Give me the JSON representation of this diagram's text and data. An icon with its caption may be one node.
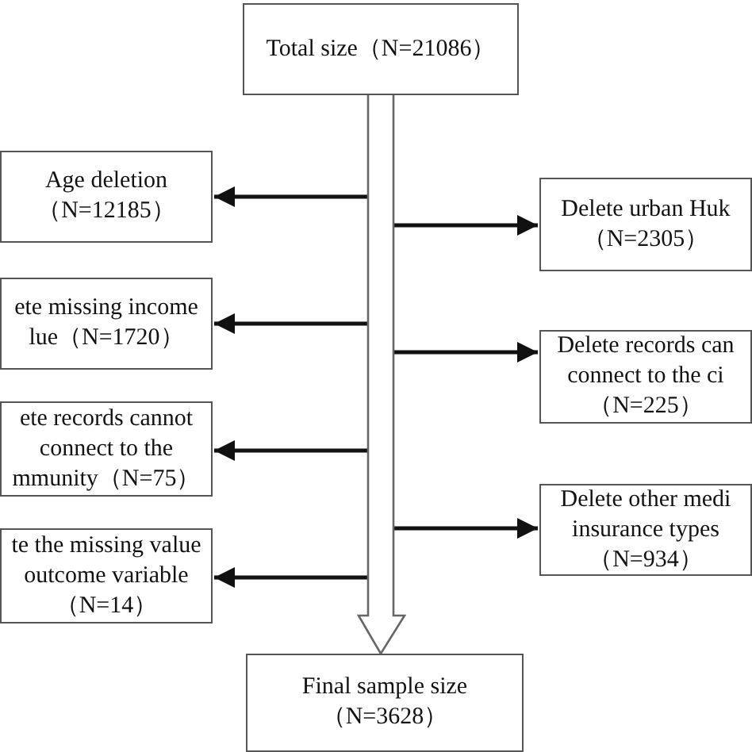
{
  "diagram": {
    "nodes": [
      {
        "text": [
          "Total size（N=21086）"
        ]
      },
      {
        "text": [
          "Age deletion （N=12185）"
        ]
      },
      {
        "text": [
          "ete missing income lue（N=1720）"
        ]
      },
      {
        "text": [
          "ete records  cannot connect to the mmunity（N=75）"
        ]
      },
      {
        "text": [
          "te the missing value outcome variable （N=14）"
        ]
      },
      {
        "text": [
          "Delete urban Huk （N=2305）"
        ]
      },
      {
        "text": [
          "Delete records  can connect to the ci （N=225）"
        ]
      },
      {
        "text": [
          "Delete other medi insurance types （N=934）"
        ]
      },
      {
        "text": [
          "Final sample size （N=3628）"
        ]
      }
    ],
    "edges": [
      {
        "from": 0,
        "to": 8,
        "arrow": "to"
      },
      {
        "from": 0,
        "to": 1,
        "arrow": "to"
      },
      {
        "from": 0,
        "to": 2,
        "arrow": "to"
      },
      {
        "from": 0,
        "to": 3,
        "arrow": "to"
      },
      {
        "from": 0,
        "to": 4,
        "arrow": "to"
      },
      {
        "from": 0,
        "to": 5,
        "arrow": "to"
      },
      {
        "from": 0,
        "to": 6,
        "arrow": "to"
      },
      {
        "from": 0,
        "to": 7,
        "arrow": "to"
      }
    ]
  }
}
